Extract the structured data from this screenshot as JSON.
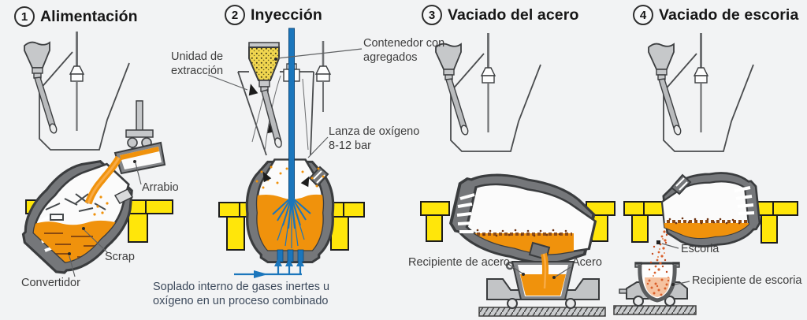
{
  "background": "#f2f3f4",
  "colors": {
    "molten_orange": "#f0920c",
    "support_yellow": "#ffe60a",
    "oxygen_blue": "#1b76bc",
    "vessel_gray": "#75777a",
    "slag_red": "#d95f2b"
  },
  "panels": [
    {
      "number": "1",
      "title": "Alimentación",
      "labels": {
        "arrabio": "Arrabio",
        "scrap": "Scrap",
        "convertidor": "Convertidor"
      }
    },
    {
      "number": "2",
      "title": "Inyección",
      "labels": {
        "unidad_extraccion": "Unidad de extracción",
        "contenedor": "Contenedor con agregados",
        "lanza": "Lanza de oxígeno 8-12 bar",
        "soplado": "Soplado interno de gases inertes u oxígeno en un proceso combinado"
      }
    },
    {
      "number": "3",
      "title": "Vaciado del acero",
      "labels": {
        "recipiente_acero": "Recipiente de acero",
        "acero": "Acero"
      }
    },
    {
      "number": "4",
      "title": "Vaciado de escoria",
      "labels": {
        "escoria": "Escoria",
        "recipiente_escoria": "Recipiente de escoria"
      }
    }
  ]
}
